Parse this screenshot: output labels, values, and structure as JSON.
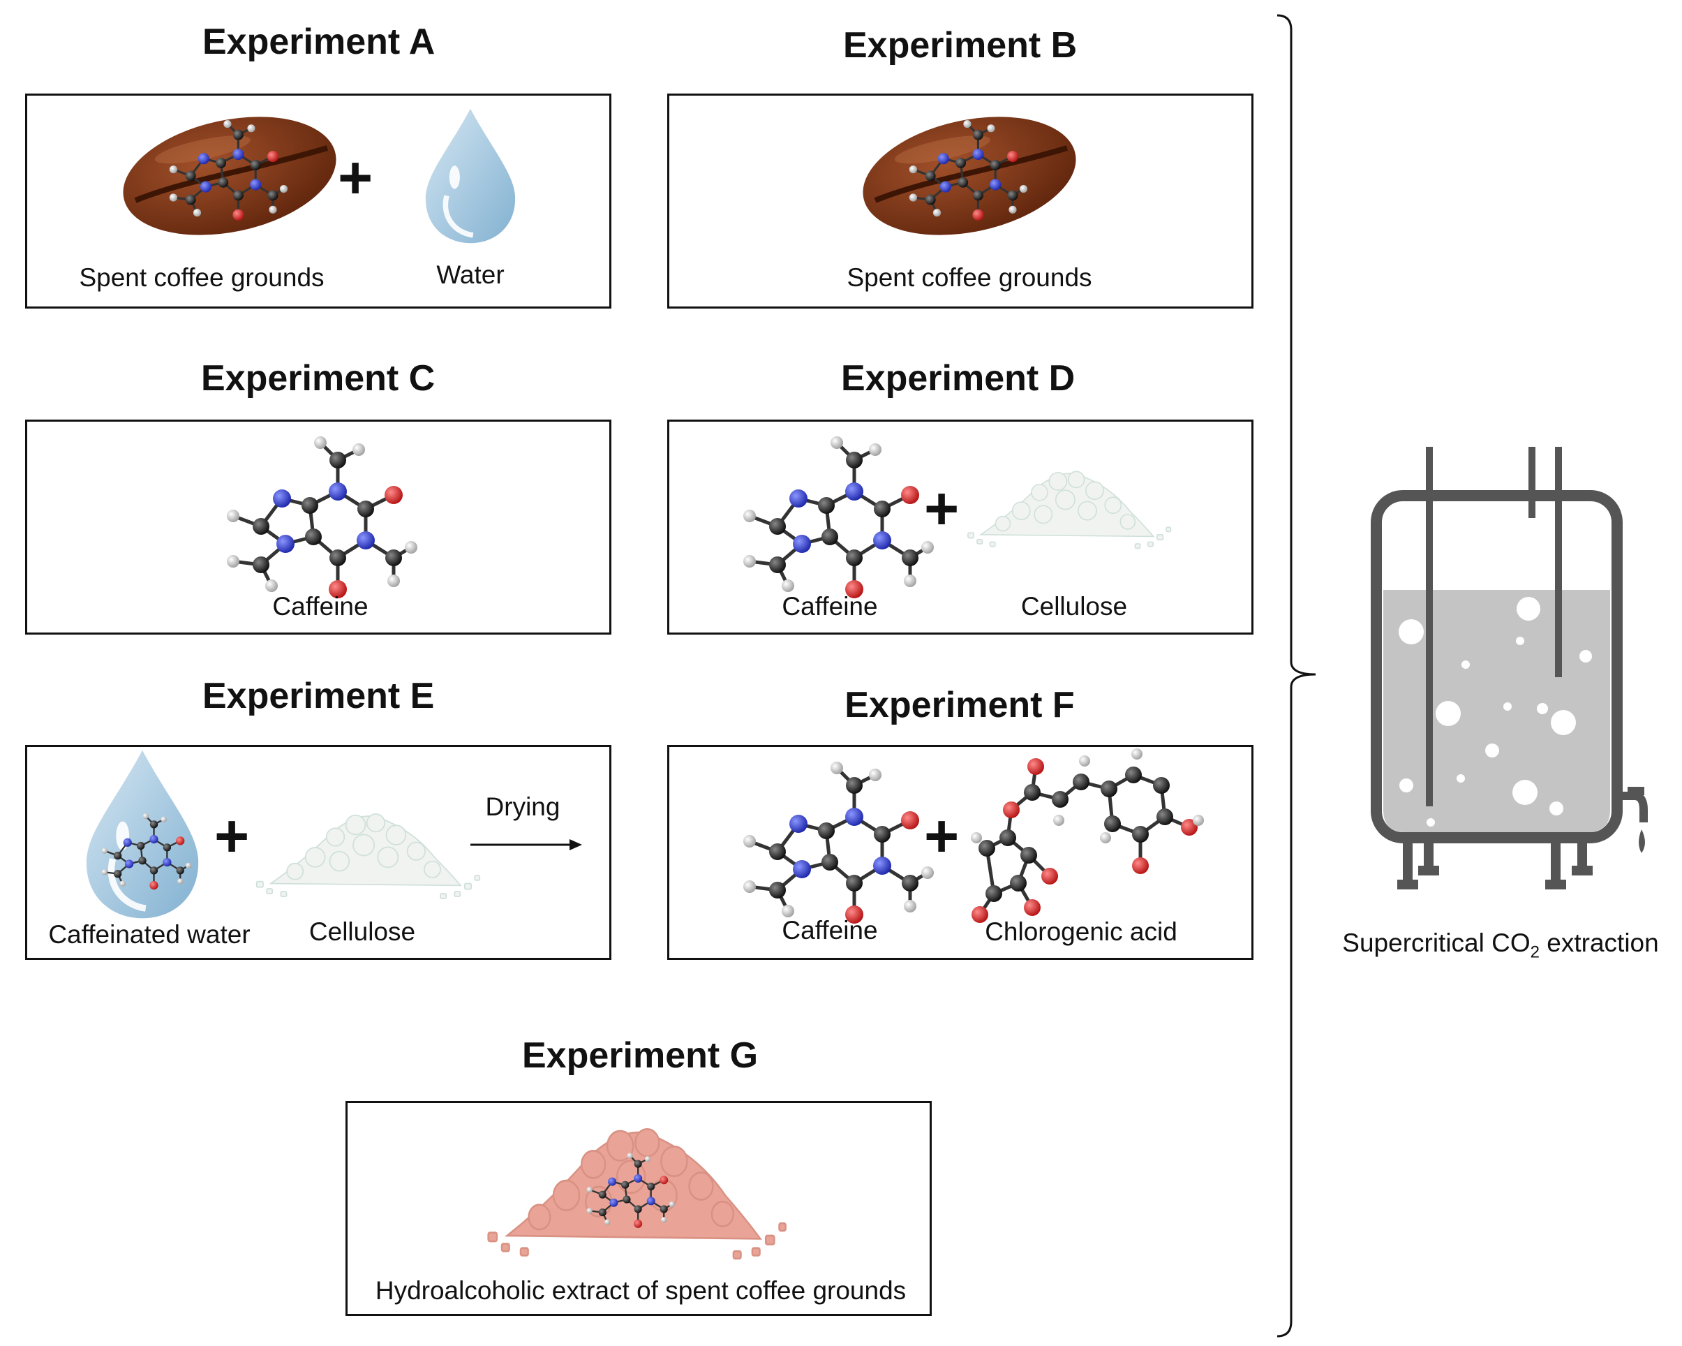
{
  "experiments": [
    {
      "title": "Experiment A",
      "labels": [
        "Spent coffee grounds",
        "Water"
      ]
    },
    {
      "title": "Experiment B",
      "labels": [
        "Spent coffee grounds"
      ]
    },
    {
      "title": "Experiment C",
      "labels": [
        "Caffeine"
      ]
    },
    {
      "title": "Experiment D",
      "labels": [
        "Caffeine",
        "Cellulose"
      ]
    },
    {
      "title": "Experiment E",
      "labels": [
        "Caffeinated water",
        "Cellulose"
      ],
      "arrow_label": "Drying"
    },
    {
      "title": "Experiment F",
      "labels": [
        "Caffeine",
        "Chlorogenic acid"
      ]
    },
    {
      "title": "Experiment G",
      "labels": [
        "Hydroalcoholic extract of spent coffee grounds"
      ]
    }
  ],
  "plus_sign": "+",
  "extraction": {
    "label_prefix": "Supercritical CO",
    "label_sub": "2",
    "label_suffix": " extraction"
  },
  "colors": {
    "bean": "#7a3412",
    "water": "#9ec3dd",
    "cellulose": "#f1f3f1",
    "extract": "#e9a497",
    "vessel": "#555555",
    "liquid": "#c4c4c4",
    "nitrogen": "#2535c8",
    "oxygen": "#d61b1b",
    "carbon": "#222222",
    "hydrogen": "#e4e4e4"
  },
  "icons": [
    "coffee-bean-icon",
    "water-drop-icon",
    "caffeine-molecule-icon",
    "cellulose-pile-icon",
    "chlorogenic-acid-molecule-icon",
    "extract-pile-icon",
    "extraction-vessel-icon",
    "bracket-icon",
    "arrow-icon"
  ]
}
